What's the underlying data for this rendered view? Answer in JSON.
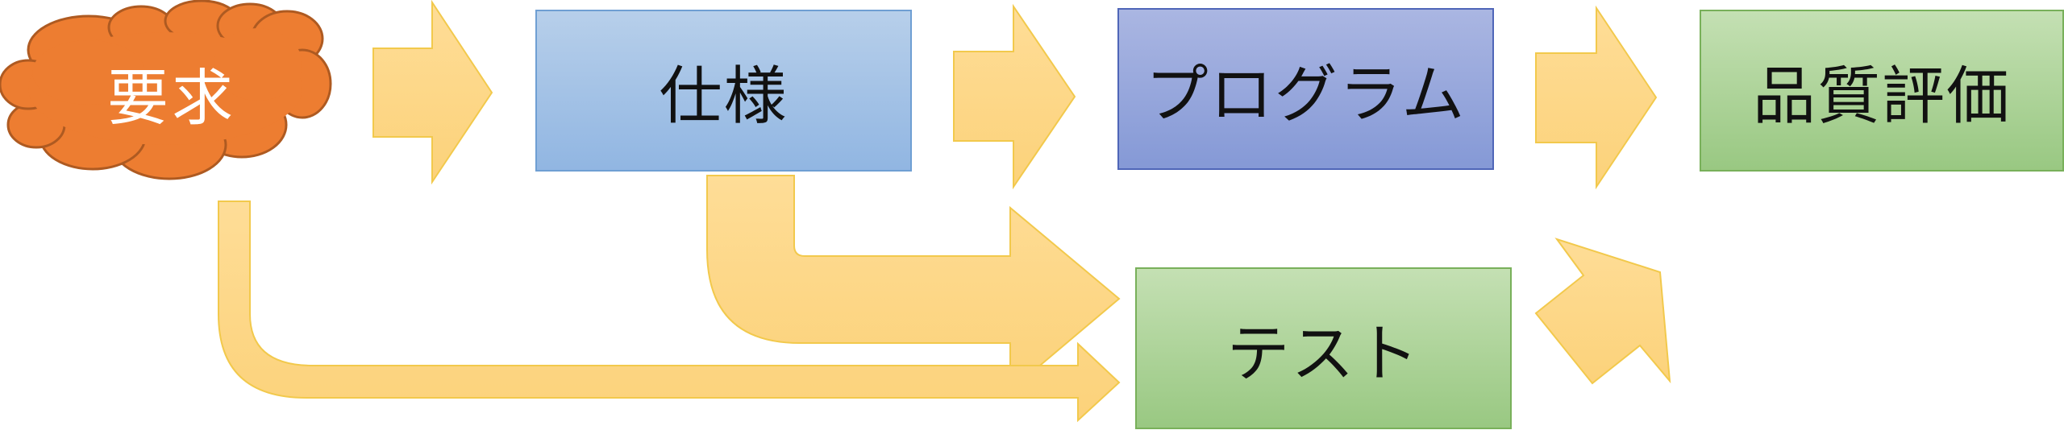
{
  "nodes": {
    "requirement": "要求",
    "specification": "仕様",
    "program": "プログラム",
    "quality": "品質評価",
    "test": "テスト"
  },
  "colors": {
    "cloud_fill": "#ed7d31",
    "cloud_stroke": "#ae5a21",
    "arrow_fill": "#fdd98c",
    "arrow_stroke": "#f2c94c",
    "box_blue": "#9dc0e6",
    "box_indigo": "#8fa2da",
    "box_green": "#a9d18e"
  },
  "edges": [
    {
      "from": "requirement",
      "to": "specification"
    },
    {
      "from": "specification",
      "to": "program"
    },
    {
      "from": "program",
      "to": "quality"
    },
    {
      "from": "specification",
      "to": "test"
    },
    {
      "from": "requirement",
      "to": "test"
    },
    {
      "from": "test",
      "to": "quality"
    }
  ]
}
